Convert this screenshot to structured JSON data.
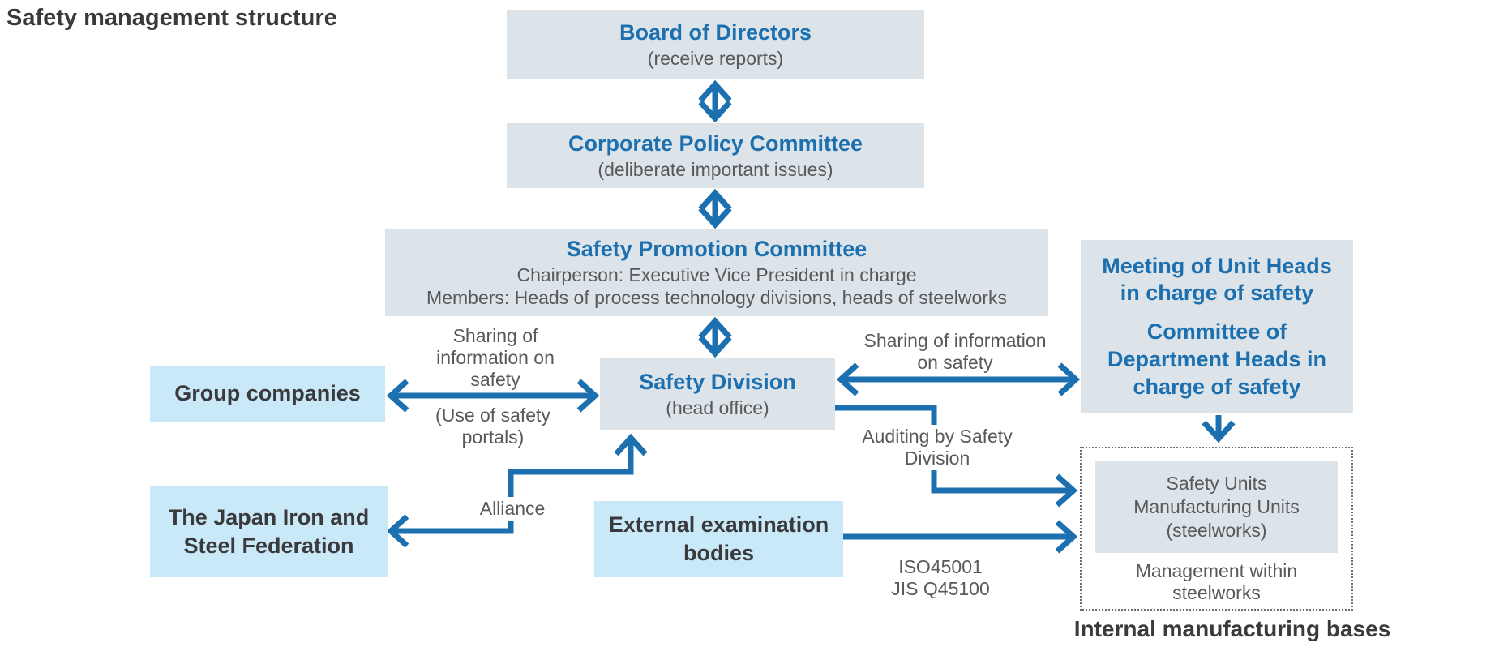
{
  "page": {
    "title": "Safety management structure"
  },
  "colors": {
    "blue": "#1c70af",
    "boxgray": "#dce3e9",
    "lightblue": "#c9e8f8",
    "graytext": "#58595a",
    "darktext": "#3a3a3c"
  },
  "nodes": {
    "board": {
      "title": "Board of Directors",
      "subtitle": "(receive reports)"
    },
    "corporate": {
      "title": "Corporate Policy Committee",
      "subtitle": "(deliberate important issues)"
    },
    "promotion": {
      "title": "Safety Promotion Committee",
      "line1": "Chairperson: Executive Vice President in charge",
      "line2": "Members: Heads of process technology divisions, heads of steelworks"
    },
    "division": {
      "title": "Safety Division",
      "subtitle": "(head office)"
    },
    "unit_heads": {
      "para1_lines": [
        "Meeting of Unit Heads",
        "in charge of safety"
      ],
      "para2_lines": [
        "Committee of",
        "Department Heads in",
        "charge of safety"
      ]
    },
    "group_companies": {
      "label": "Group companies"
    },
    "jisf": {
      "lines": [
        "The Japan Iron and",
        "Steel Federation"
      ]
    },
    "external": {
      "lines": [
        "External examination",
        "bodies"
      ]
    },
    "internal_units": {
      "box_lines": [
        "Safety Units",
        "Manufacturing Units",
        "(steelworks)"
      ],
      "below_lines": [
        "Management within",
        "steelworks"
      ]
    },
    "internal_caption": "Internal manufacturing bases"
  },
  "edge_labels": {
    "sharing_left_lines": [
      "Sharing of",
      "information on",
      "safety"
    ],
    "portals_lines": [
      "(Use of safety",
      "portals)"
    ],
    "sharing_right_lines": [
      "Sharing of information",
      "on safety"
    ],
    "alliance": "Alliance",
    "auditing_lines": [
      "Auditing by Safety",
      "Division"
    ],
    "iso_lines": [
      "ISO45001",
      "JIS Q45100"
    ]
  }
}
